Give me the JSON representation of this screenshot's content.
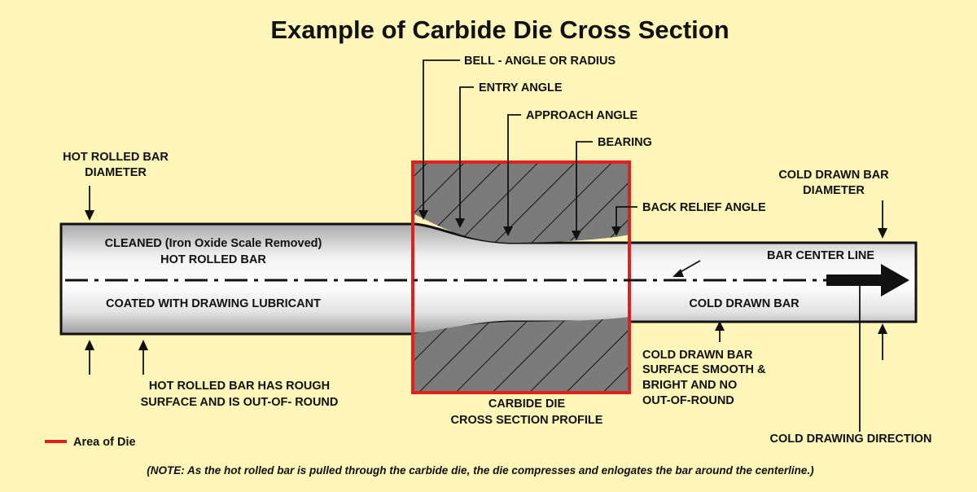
{
  "title": "Example of Carbide Die Cross Section",
  "labels": {
    "bell": "BELL - ANGLE OR RADIUS",
    "entry_angle": "ENTRY ANGLE",
    "approach_angle": "APPROACH  ANGLE",
    "bearing": "BEARING",
    "back_relief": "BACK RELIEF ANGLE",
    "hot_rolled_diameter": [
      "HOT ROLLED BAR",
      "DIAMETER"
    ],
    "cold_drawn_diameter": [
      "COLD DRAWN BAR",
      "DIAMETER"
    ],
    "cleaned": [
      "CLEANED (Iron Oxide Scale Removed)",
      "HOT ROLLED BAR"
    ],
    "coated": "COATED WITH DRAWING LUBRICANT",
    "center_line": "BAR CENTER LINE",
    "cold_drawn_bar": "COLD DRAWN BAR",
    "rough_surface": [
      "HOT ROLLED BAR HAS ROUGH",
      "SURFACE AND IS OUT-OF- ROUND"
    ],
    "carbide_die": [
      "CARBIDE DIE",
      "CROSS SECTION PROFILE"
    ],
    "smooth_surface": [
      "COLD DRAWN BAR",
      "SURFACE SMOOTH &",
      "BRIGHT AND NO",
      "OUT-OF-ROUND"
    ],
    "drawing_direction": "COLD DRAWING DIRECTION"
  },
  "legend": {
    "label": "Area of Die",
    "color": "#e0201c"
  },
  "note": "(NOTE: As the hot rolled bar is pulled through the carbide die, the die compresses and enlogates the bar around the centerline.)",
  "colors": {
    "background": "#fef5b8",
    "die_fill": "#7b7b7b",
    "die_border": "#e0201c",
    "ink": "#111111"
  }
}
